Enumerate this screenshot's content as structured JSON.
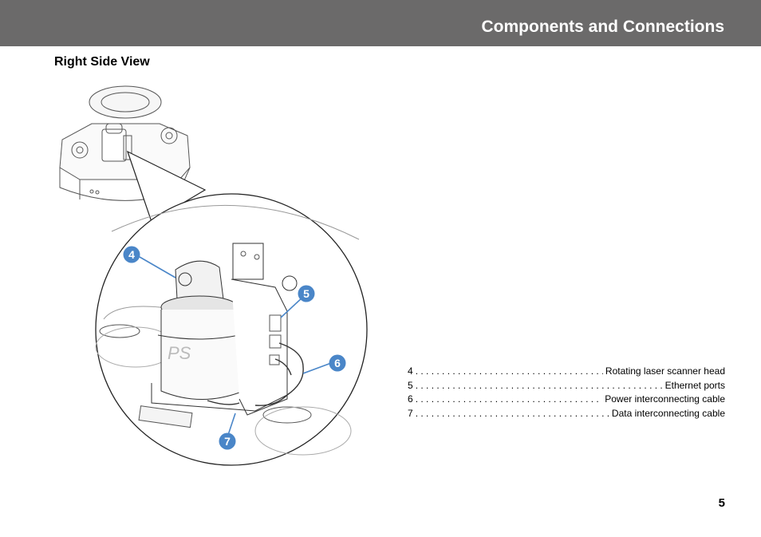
{
  "header": {
    "title": "Components and Connections"
  },
  "section": {
    "title": "Right Side View"
  },
  "callouts": [
    "4",
    "5",
    "6",
    "7"
  ],
  "legend": [
    {
      "number": "4",
      "label": "Rotating laser scanner head"
    },
    {
      "number": "5",
      "label": "Ethernet ports"
    },
    {
      "number": "6",
      "label": "Power interconnecting cable"
    },
    {
      "number": "7",
      "label": "Data interconnecting cable"
    }
  ],
  "colors": {
    "header_bg": "#6b6a6a",
    "callout": "#4a86c8"
  },
  "page_number": "5"
}
